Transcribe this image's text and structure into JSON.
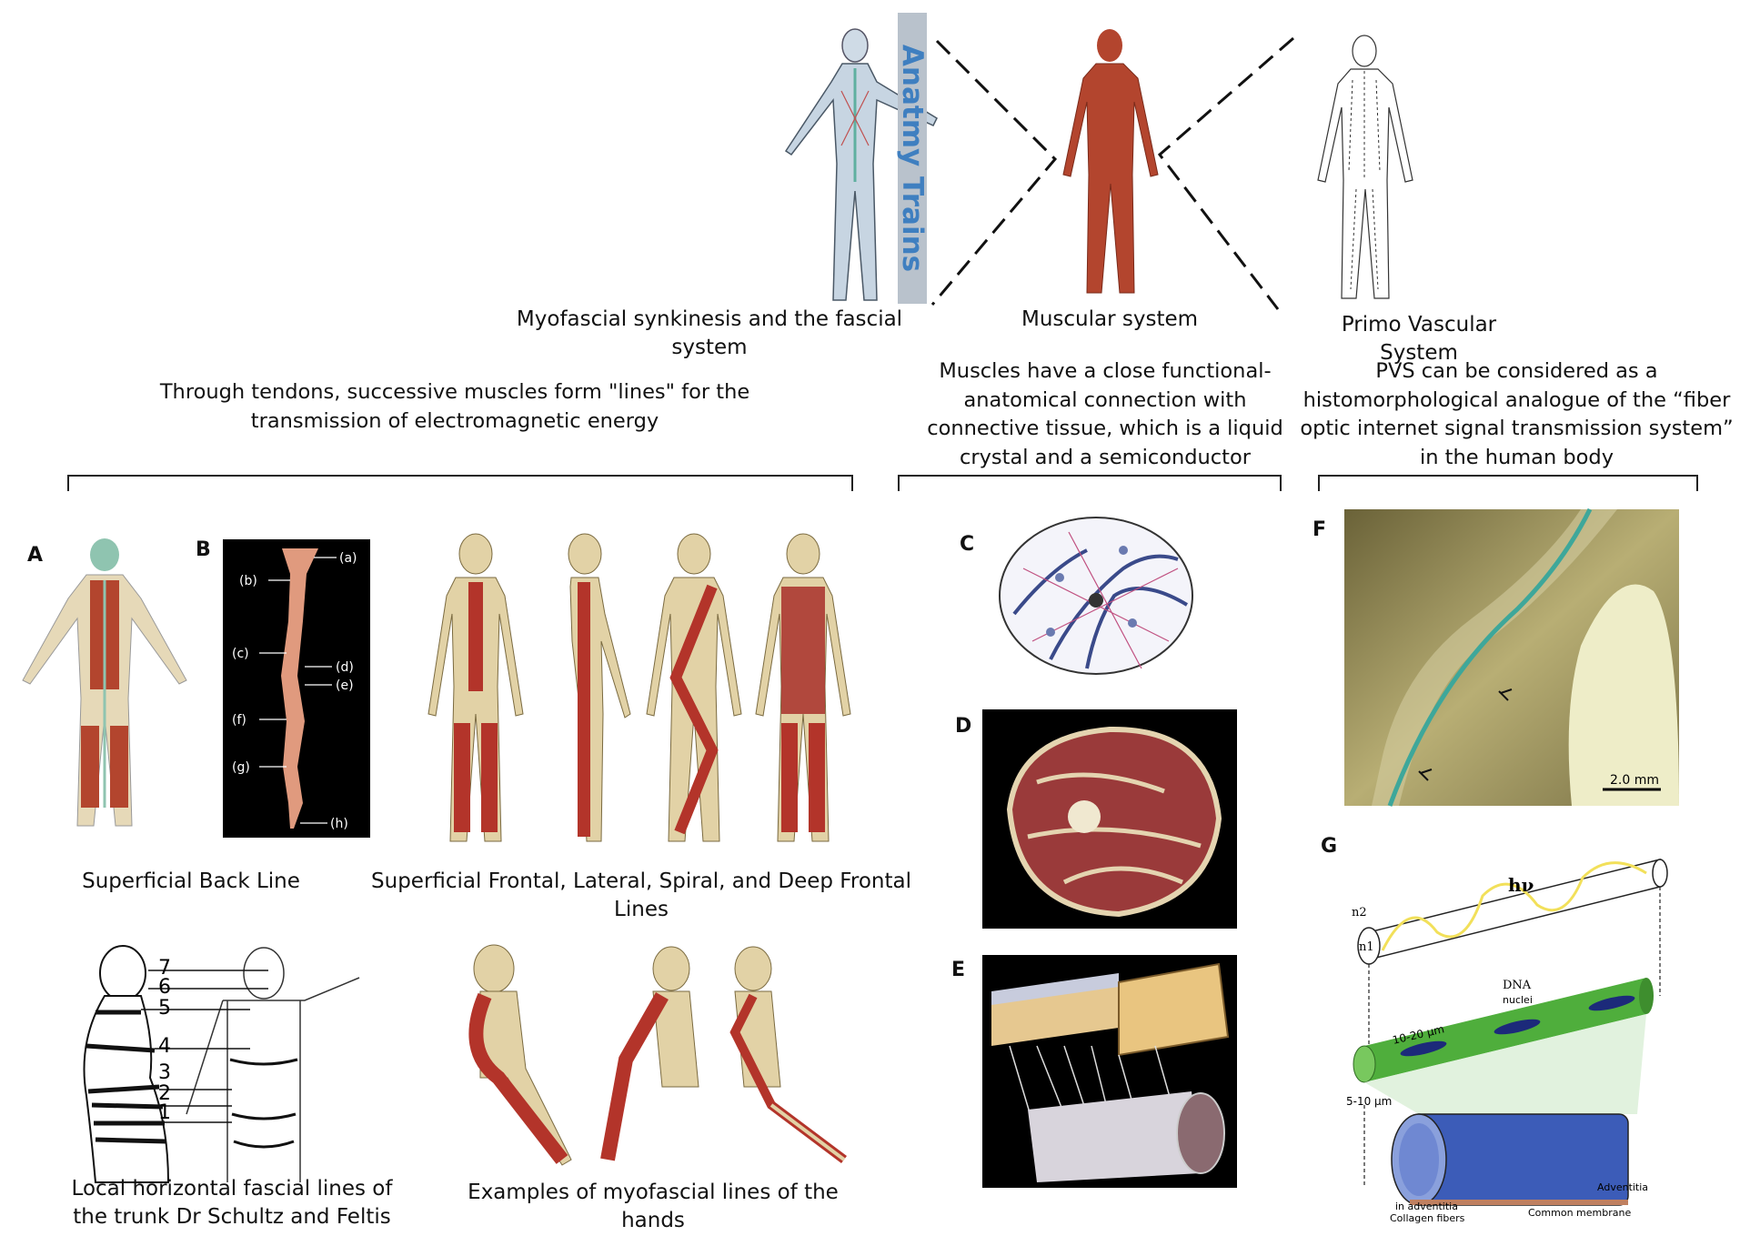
{
  "top": {
    "banner": "Anatmy Trains",
    "fascial_caption": "Myofascial synkinesis and the fascial system",
    "muscular_caption": "Muscular system",
    "pvs_caption": "Primo Vascular System"
  },
  "headings": {
    "left": "Through tendons, successive muscles form \"lines\" for the transmission of electromagnetic energy",
    "middle": "Muscles have a close functional-anatomical connection with connective tissue, which is a liquid crystal and a semiconductor",
    "right": "PVS can be considered as a histomorphological analogue of the “fiber optic internet signal transmission system” in the human body"
  },
  "panels": {
    "A": "A",
    "B": "B",
    "C": "C",
    "D": "D",
    "E": "E",
    "F": "F",
    "G": "G"
  },
  "panel_b_labels": [
    "(a)",
    "(b)",
    "(c)",
    "(d)",
    "(e)",
    "(f)",
    "(g)",
    "(h)"
  ],
  "captions": {
    "back_line": "Superficial Back Line",
    "frontal_lines": "Superficial Frontal, Lateral, Spiral, and Deep Frontal Lines",
    "horizontal": "Local horizontal fascial lines of the trunk Dr Schultz  and Feltis",
    "hands": "Examples of myofascial lines of the hands"
  },
  "horizontal_numbers": [
    "7",
    "6",
    "5",
    "4",
    "3",
    "2",
    "1"
  ],
  "panel_f": {
    "scale": "2.0 mm"
  },
  "panel_g": {
    "n2": "n2",
    "n1": "n1",
    "hv": "hν",
    "dna": "DNA",
    "nuclei": "nuclei",
    "len": "10-20 µm",
    "dia": "5-10 µm",
    "adventitia": "Adventitia",
    "membrane": "Common membrane",
    "collagen1": "Collagen fibers",
    "collagen2": "in adventitia"
  },
  "colors": {
    "muscle": "#b3452e",
    "fascia": "#7fb8a8",
    "bone": "#e2d2a6",
    "banner_bg": "#b9c2cc",
    "banner_text": "#3f7fc0",
    "fiber_green": "#4fae3c",
    "nuclei_blue": "#1c2a7a",
    "light_yellow": "#f2e05a"
  }
}
